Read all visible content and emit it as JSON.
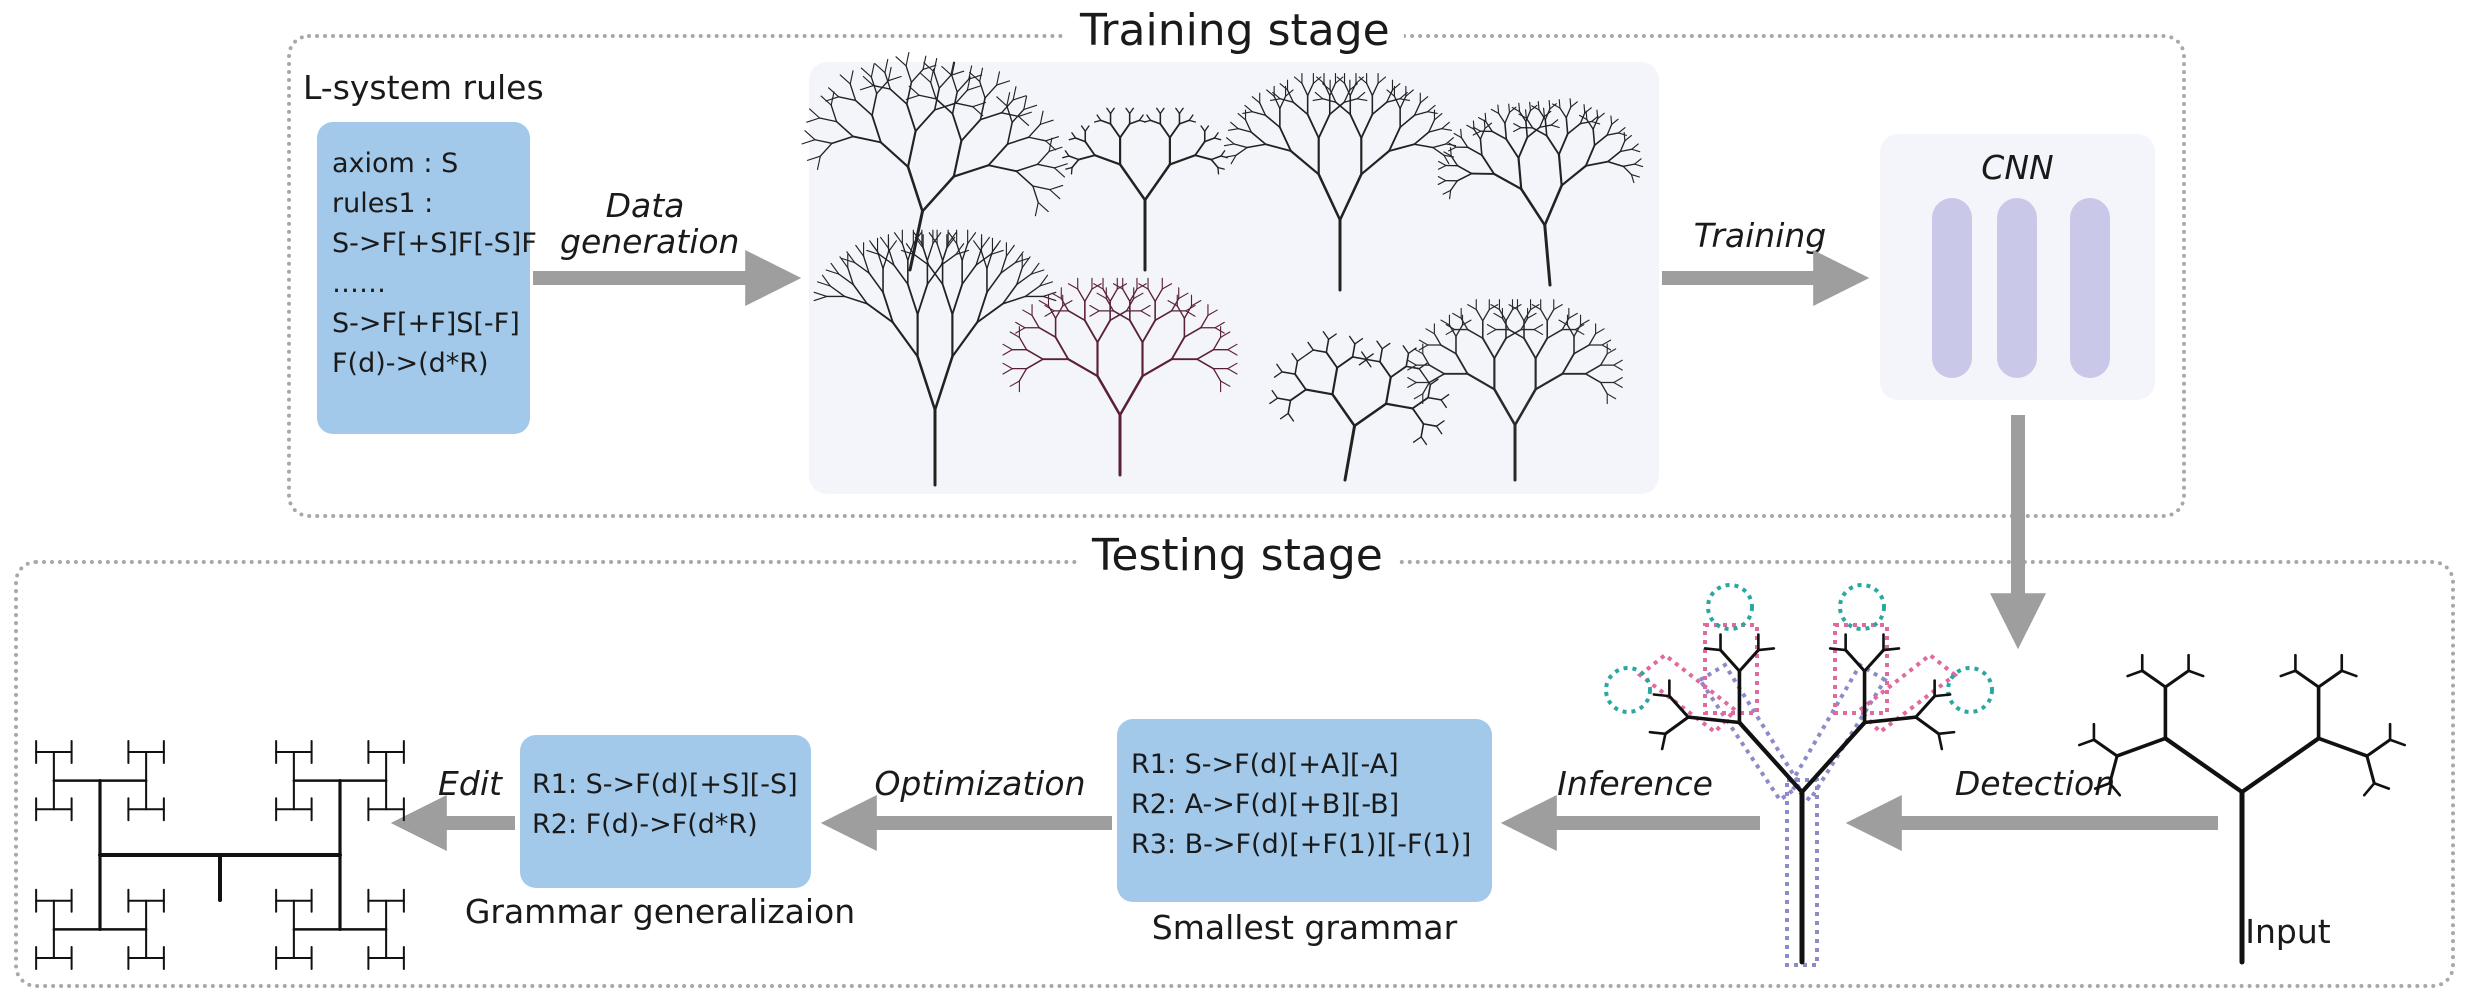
{
  "colors": {
    "panel_blue": "#a3c9ea",
    "arrow_gray": "#9e9e9e",
    "cnn_bar": "#c9c8e8",
    "box_pink": "#e0699d",
    "box_purple": "#8b8bc9",
    "box_teal": "#2aa7a0",
    "box_yellow": "#e9c84a"
  },
  "training": {
    "title": "Training stage",
    "lsystem_title": "L-system rules",
    "rules": [
      "axiom : S",
      "rules1 :",
      "S->F[+S]F[-S]F",
      "……",
      "S->F[+F]S[-F]",
      "F(d)->(d*R)"
    ],
    "data_generation": [
      "Data",
      "generation"
    ],
    "training_label": "Training",
    "cnn_label": "CNN"
  },
  "testing": {
    "title": "Testing stage",
    "detection_label": "Detection",
    "inference_label": "Inference",
    "optimization_label": "Optimization",
    "edit_label": "Edit",
    "input_caption": "Input",
    "smallest_rules": [
      "R1: S->F(d)[+A][-A]",
      "R2: A->F(d)[+B][-B]",
      "R3: B->F(d)[+F(1)][-F(1)]"
    ],
    "smallest_caption": "Smallest grammar",
    "general_rules": [
      "R1: S->F(d)[+S][-S]",
      "R2: F(d)->F(d*R)"
    ],
    "general_caption": "Grammar generalizaion"
  },
  "icons": [
    "arrow-right-icon",
    "arrow-left-icon",
    "arrow-down-icon",
    "fractal-tree-icon"
  ]
}
